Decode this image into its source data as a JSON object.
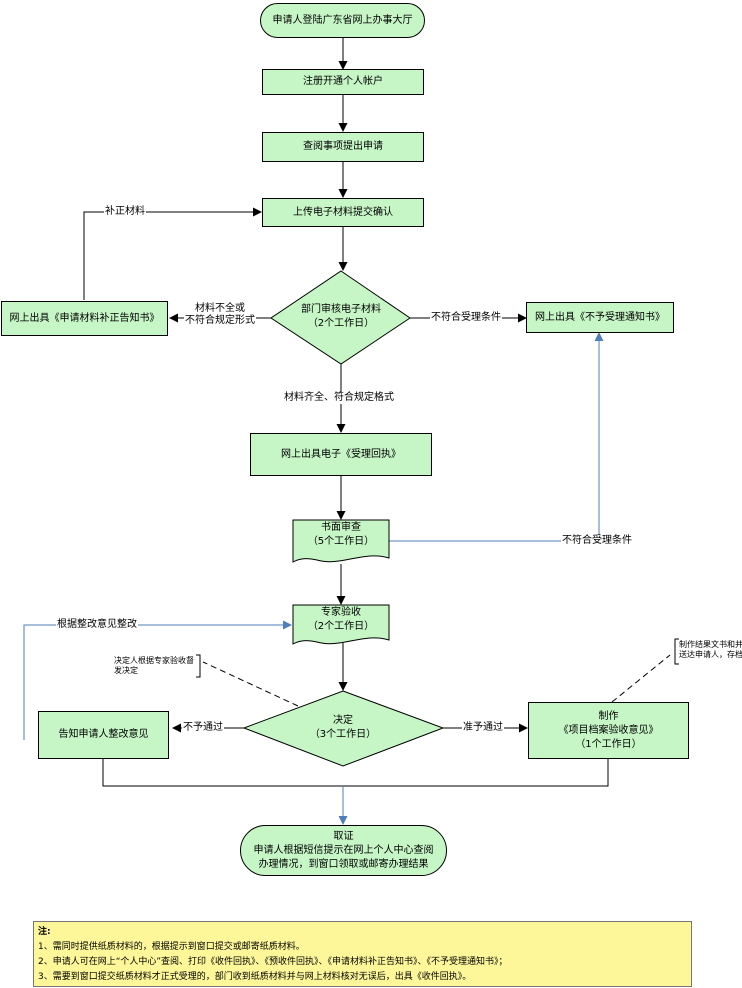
{
  "nodes": {
    "start": "申请人登陆广东省网上办事大厅",
    "register": "注册开通个人帐户",
    "apply": "查阅事项提出申请",
    "upload": "上传电子材料提交确认",
    "review_line1": "部门审核电子材料",
    "review_line2": "（2个工作日）",
    "supplement_notice": "网上出具《申请材料补正告知书》",
    "reject_notice": "网上出具《不予受理通知书》",
    "receipt": "网上出具电子《受理回执》",
    "paper_review_line1": "书面审查",
    "paper_review_line2": "（5个工作日）",
    "expert_line1": "专家验收",
    "expert_line2": "（2个工作日）",
    "decision_line1": "决定",
    "decision_line2": "（3个工作日）",
    "notify_rectify": "告知申请人整改意见",
    "produce_line1": "制作",
    "produce_line2": "《项目档案验收意见》",
    "produce_line3": "（1个工作日）",
    "collect_line1": "取证",
    "collect_line2": "申请人根据短信提示在网上个人中心查阅",
    "collect_line3": "办理情况，到窗口领取或邮寄办理结果"
  },
  "edge_labels": {
    "supplement": "补正材料",
    "incomplete_line1": "材料不全或",
    "incomplete_line2": "不符合规定形式",
    "not_meet_1": "不符合受理条件",
    "complete": "材料齐全、符合规定格式",
    "not_meet_2": "不符合受理条件",
    "rectify": "根据整改意见整改",
    "not_pass": "不予通过",
    "pass": "准予通过"
  },
  "annotations": {
    "decision_note_line1": "决定人根据专家验收督",
    "decision_note_line2": "发决定",
    "produce_note_line1": "制作结果文书和并",
    "produce_note_line2": "送达申请人，存档"
  },
  "notes": {
    "title": "注:",
    "items": [
      "1、需同时提供纸质材料的，根据提示到窗口提交或邮寄纸质材料。",
      "2、申请人可在网上“个人中心”查阅、打印《收件回执》、《预收件回执》、《申请材料补正告知书》、《不予受理通知书》；",
      "3、需要到窗口提交纸质材料才正式受理的，部门收到纸质材料并与网上材料核对无误后，出具《收件回执》。"
    ]
  },
  "colors": {
    "node_fill": "#c6f5c6",
    "note_fill": "#fdf79a",
    "blue_line": "#4f7fb8"
  }
}
